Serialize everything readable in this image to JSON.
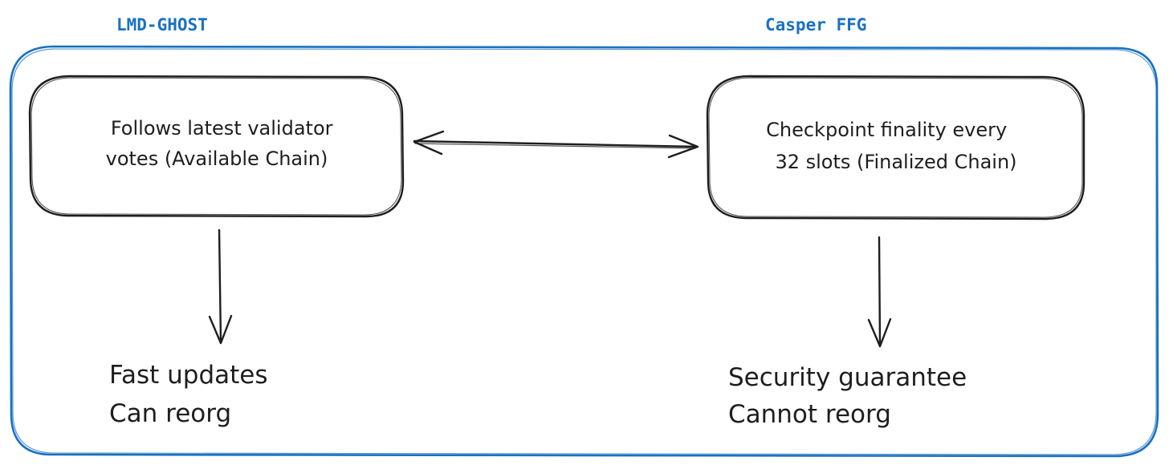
{
  "colors": {
    "frame": "#1971c2",
    "header_text": "#1971c2",
    "stroke": "#1e1e1e",
    "text": "#1e1e1e",
    "background": "#ffffff"
  },
  "left_column": {
    "header": "LMD-GHOST",
    "box_lines": [
      "Follows latest validator",
      "votes (Available Chain)"
    ],
    "outcome_lines": [
      "Fast updates",
      "Can reorg"
    ]
  },
  "right_column": {
    "header": "Casper FFG",
    "box_lines": [
      "Checkpoint finality every",
      "32 slots (Finalized Chain)"
    ],
    "outcome_lines": [
      "Security guarantee",
      "Cannot reorg"
    ]
  },
  "connections": [
    {
      "from": "left-box",
      "to": "right-box",
      "kind": "bidirectional-arrow"
    },
    {
      "from": "left-box",
      "to": "left-outcome",
      "kind": "arrow"
    },
    {
      "from": "right-box",
      "to": "right-outcome",
      "kind": "arrow"
    }
  ]
}
